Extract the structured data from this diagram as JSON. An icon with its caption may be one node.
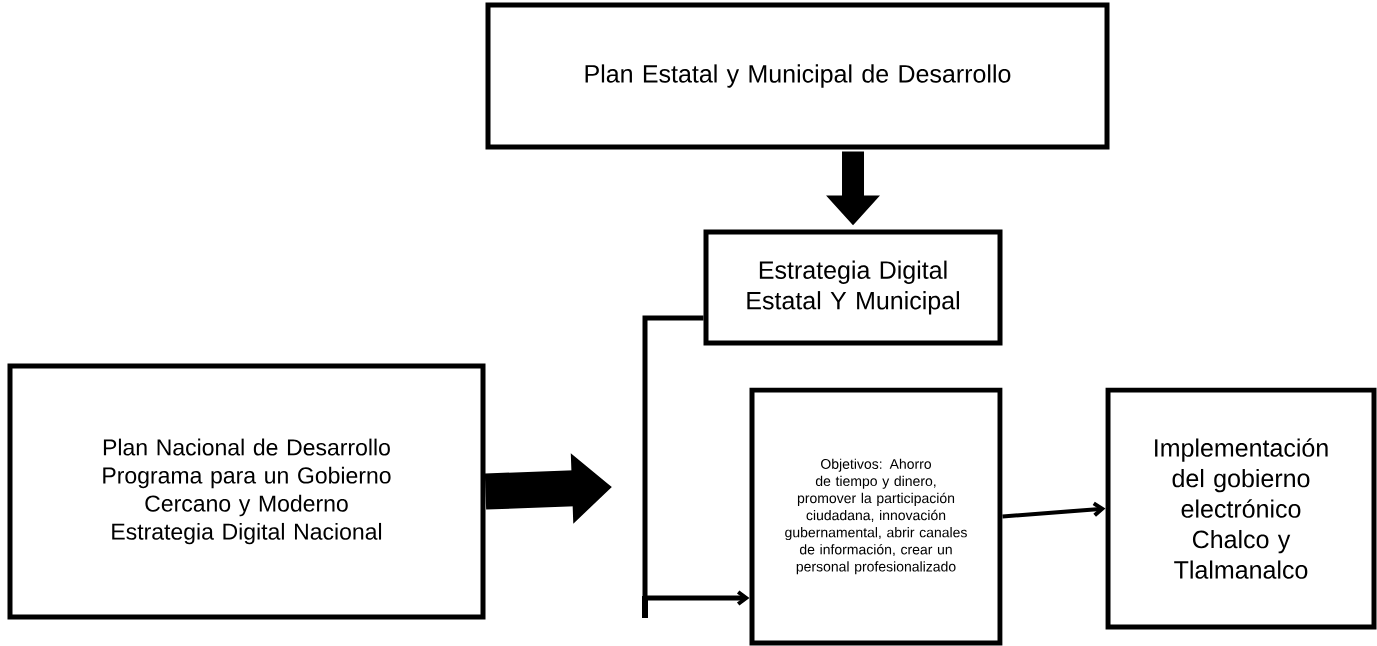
{
  "diagram": {
    "nodes": [
      {
        "text": [
          "Plan Estatal y Municipal de Desarrollo"
        ]
      },
      {
        "text": [
          "Estrategia Digital Estatal Y Municipal"
        ]
      },
      {
        "text": [
          "Plan Nacional de Desarrollo",
          "Programa para un Gobierno Cercano y Moderno",
          "Estrategia Digital Nacional"
        ]
      },
      {
        "text": [
          "Objetivos: Ahorro de tiempo y dinero, promover la participación ciudadana, innovación gubernamental, abrir canales de información, crear un personal profesionalizado"
        ]
      },
      {
        "text": [
          "Implementación del gobierno electrónico Chalco y Tlalmanalco"
        ]
      }
    ],
    "edges": [
      {
        "from": 0,
        "to": 1,
        "arrow": "to",
        "style": "thick"
      },
      {
        "from": 2,
        "to": null,
        "arrow": "to",
        "style": "thick"
      },
      {
        "from": 1,
        "to": 3,
        "arrow": "to"
      },
      {
        "from": 3,
        "to": 4,
        "arrow": "to"
      }
    ]
  }
}
